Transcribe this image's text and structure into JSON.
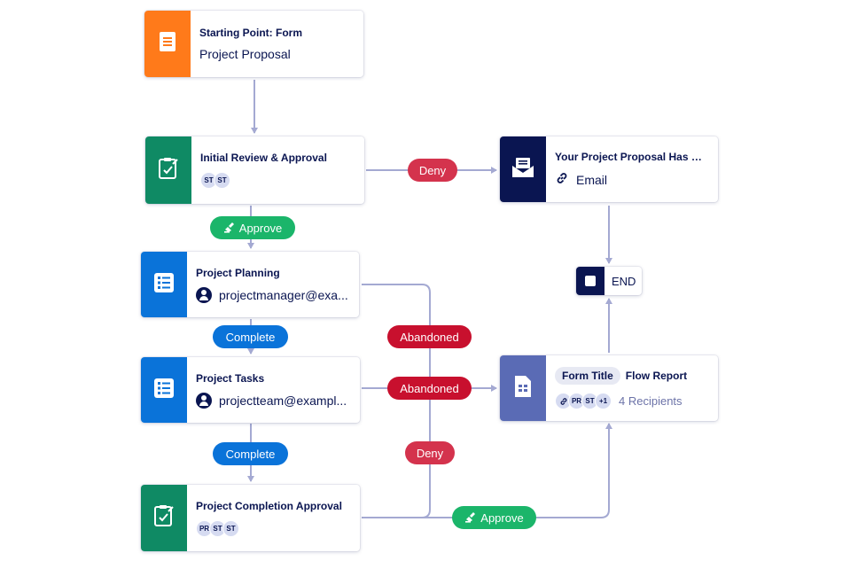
{
  "nodes": {
    "start": {
      "title": "Starting Point: Form",
      "subtitle": "Project Proposal",
      "icon": "form-icon",
      "color": "#ff7a1a"
    },
    "review": {
      "title": "Initial Review & Approval",
      "assignees": [
        "ST",
        "ST"
      ],
      "icon": "approval-icon",
      "color": "#0f8a64"
    },
    "email": {
      "title": "Your Project Proposal Has Be...",
      "subtitle": "Email",
      "icon": "email-icon",
      "color": "#0a1551"
    },
    "planning": {
      "title": "Project Planning",
      "assignee": "projectmanager@exa...",
      "icon": "task-list-icon",
      "color": "#0a73d9"
    },
    "tasks": {
      "title": "Project Tasks",
      "assignee": "projectteam@exampl...",
      "icon": "task-list-icon",
      "color": "#0a73d9"
    },
    "completion": {
      "title": "Project Completion Approval",
      "assignees": [
        "PR",
        "ST",
        "ST"
      ],
      "icon": "approval-icon",
      "color": "#0f8a64"
    },
    "report": {
      "tag": "Form Title",
      "title": "Flow Report",
      "avatars": [
        "ST",
        "+1"
      ],
      "recipients": "4 Recipients",
      "icon": "report-icon",
      "color": "#5a6bb5"
    },
    "end": {
      "label": "END"
    }
  },
  "pills": {
    "deny_top": "Deny",
    "approve_top": "Approve",
    "complete_1": "Complete",
    "abandoned_1": "Abandoned",
    "abandoned_2": "Abandoned",
    "complete_2": "Complete",
    "deny_bottom": "Deny",
    "approve_bottom": "Approve"
  },
  "colors": {
    "connector": "#a4a9d2",
    "deny": "#d4334d",
    "abandoned": "#c8102e",
    "complete": "#0a73d9",
    "approve": "#1bb56a"
  }
}
